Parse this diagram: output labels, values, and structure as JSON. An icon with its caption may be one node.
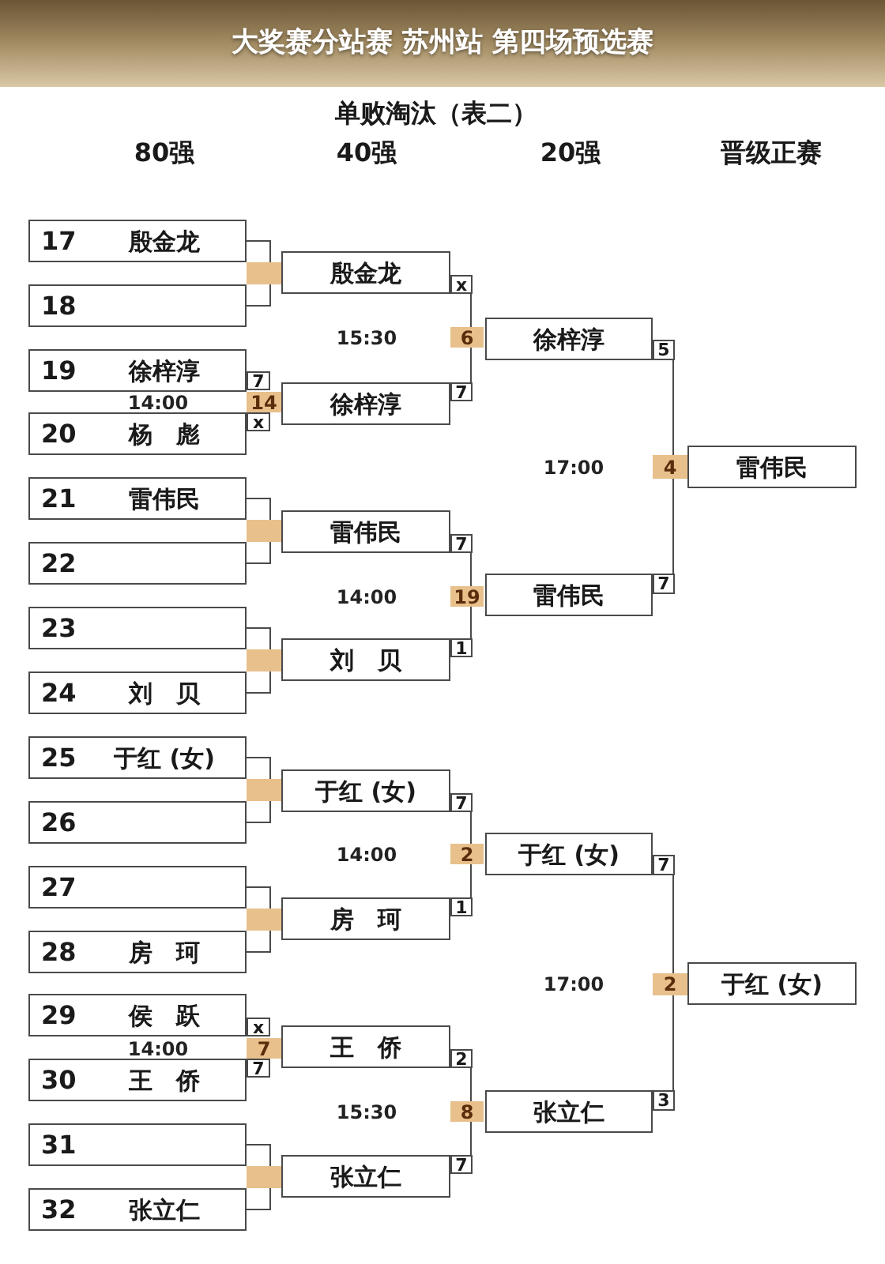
{
  "diagram": {
    "title": "大奖赛分站赛 苏州站 第四场预选赛",
    "nodes": [
      {
        "text": [
          "17",
          "殷金龙"
        ]
      },
      {
        "text": [
          "18"
        ]
      },
      {
        "text": [
          "19",
          "徐梓淳"
        ]
      },
      {
        "text": [
          "20",
          "杨　彪"
        ]
      },
      {
        "text": [
          "21",
          "雷伟民"
        ]
      },
      {
        "text": [
          "22"
        ]
      },
      {
        "text": [
          "23"
        ]
      },
      {
        "text": [
          "24",
          "刘　贝"
        ]
      },
      {
        "text": [
          "25",
          "于红 (女)"
        ]
      },
      {
        "text": [
          "26"
        ]
      },
      {
        "text": [
          "27"
        ]
      },
      {
        "text": [
          "28",
          "房　珂"
        ]
      },
      {
        "text": [
          "29",
          "侯　跃"
        ]
      },
      {
        "text": [
          "30",
          "王　侨"
        ]
      },
      {
        "text": [
          "31"
        ]
      },
      {
        "text": [
          "32",
          "张立仁"
        ]
      },
      {
        "text": [],
        "shape": "box"
      },
      {
        "text": [
          "7"
        ]
      },
      {
        "text": [
          "14"
        ]
      },
      {
        "text": [
          "x"
        ]
      },
      {
        "text": [],
        "shape": "box"
      },
      {
        "text": [],
        "shape": "box"
      },
      {
        "text": [],
        "shape": "box"
      },
      {
        "text": [],
        "shape": "box"
      },
      {
        "text": [
          "x"
        ]
      },
      {
        "text": [
          "7"
        ]
      },
      {
        "text": [
          "7"
        ]
      },
      {
        "text": [],
        "shape": "box"
      },
      {
        "text": [
          "殷金龙"
        ]
      },
      {
        "text": [
          "徐梓淳"
        ]
      },
      {
        "text": [
          "雷伟民"
        ]
      },
      {
        "text": [
          "刘　贝"
        ]
      },
      {
        "text": [
          "于红 (女)"
        ]
      },
      {
        "text": [
          "房　珂"
        ]
      },
      {
        "text": [
          "王　侨"
        ]
      },
      {
        "text": [
          "张立仁"
        ]
      },
      {
        "text": [
          "x"
        ]
      },
      {
        "text": [
          "6"
        ],
        "beside": [
          "15:30"
        ]
      },
      {
        "text": [
          "7"
        ]
      },
      {
        "text": [
          "7"
        ]
      },
      {
        "text": [
          "19"
        ],
        "beside": [
          "14:00"
        ]
      },
      {
        "text": [
          "1"
        ]
      },
      {
        "text": [
          "7"
        ]
      },
      {
        "text": [
          "2"
        ],
        "beside": [
          "14:00"
        ]
      },
      {
        "text": [
          "1"
        ]
      },
      {
        "text": [
          "2"
        ]
      },
      {
        "text": [
          "8"
        ],
        "beside": [
          "15:30"
        ]
      },
      {
        "text": [
          "7"
        ]
      },
      {
        "text": [
          "徐梓淳"
        ]
      },
      {
        "text": [
          "雷伟民"
        ]
      },
      {
        "text": [
          "于红 (女)"
        ]
      },
      {
        "text": [
          "张立仁"
        ]
      },
      {
        "text": [
          "5"
        ]
      },
      {
        "text": [
          "4"
        ],
        "beside": [
          "17:00"
        ]
      },
      {
        "text": [
          "7"
        ]
      },
      {
        "text": [
          "7"
        ]
      },
      {
        "text": [
          "2"
        ],
        "beside": [
          "17:00"
        ]
      },
      {
        "text": [
          "3"
        ]
      },
      {
        "text": [
          "雷伟民"
        ]
      },
      {
        "text": [
          "于红 (女)"
        ]
      }
    ],
    "edges": [
      {
        "from": 0,
        "to": 16,
        "arrow": "none"
      },
      {
        "from": 1,
        "to": 16,
        "arrow": "none"
      },
      {
        "from": 4,
        "to": 20,
        "arrow": "none"
      },
      {
        "from": 5,
        "to": 20,
        "arrow": "none"
      },
      {
        "from": 6,
        "to": 21,
        "arrow": "none"
      },
      {
        "from": 7,
        "to": 21,
        "arrow": "none"
      },
      {
        "from": 8,
        "to": 22,
        "arrow": "none"
      },
      {
        "from": 9,
        "to": 22,
        "arrow": "none"
      },
      {
        "from": 10,
        "to": 23,
        "arrow": "none"
      },
      {
        "from": 11,
        "to": 23,
        "arrow": "none"
      },
      {
        "from": 14,
        "to": 27,
        "arrow": "none"
      },
      {
        "from": 15,
        "to": 27,
        "arrow": "none"
      },
      {
        "from": 36,
        "to": 37,
        "arrow": "none"
      },
      {
        "from": 38,
        "to": 37,
        "arrow": "none"
      },
      {
        "from": 39,
        "to": 40,
        "arrow": "none"
      },
      {
        "from": 41,
        "to": 40,
        "arrow": "none"
      },
      {
        "from": 42,
        "to": 43,
        "arrow": "none"
      },
      {
        "from": 44,
        "to": 43,
        "arrow": "none"
      },
      {
        "from": 45,
        "to": 46,
        "arrow": "none"
      },
      {
        "from": 47,
        "to": 46,
        "arrow": "none"
      },
      {
        "from": 52,
        "to": 53,
        "arrow": "none"
      },
      {
        "from": 54,
        "to": 53,
        "arrow": "none"
      },
      {
        "from": 55,
        "to": 56,
        "arrow": "none"
      },
      {
        "from": 57,
        "to": 56,
        "arrow": "none"
      }
    ],
    "labels": [
      "单败淘汰（表二）",
      "80强",
      "40强",
      "20强",
      "晋级正赛",
      "14:00",
      "14:00"
    ]
  }
}
